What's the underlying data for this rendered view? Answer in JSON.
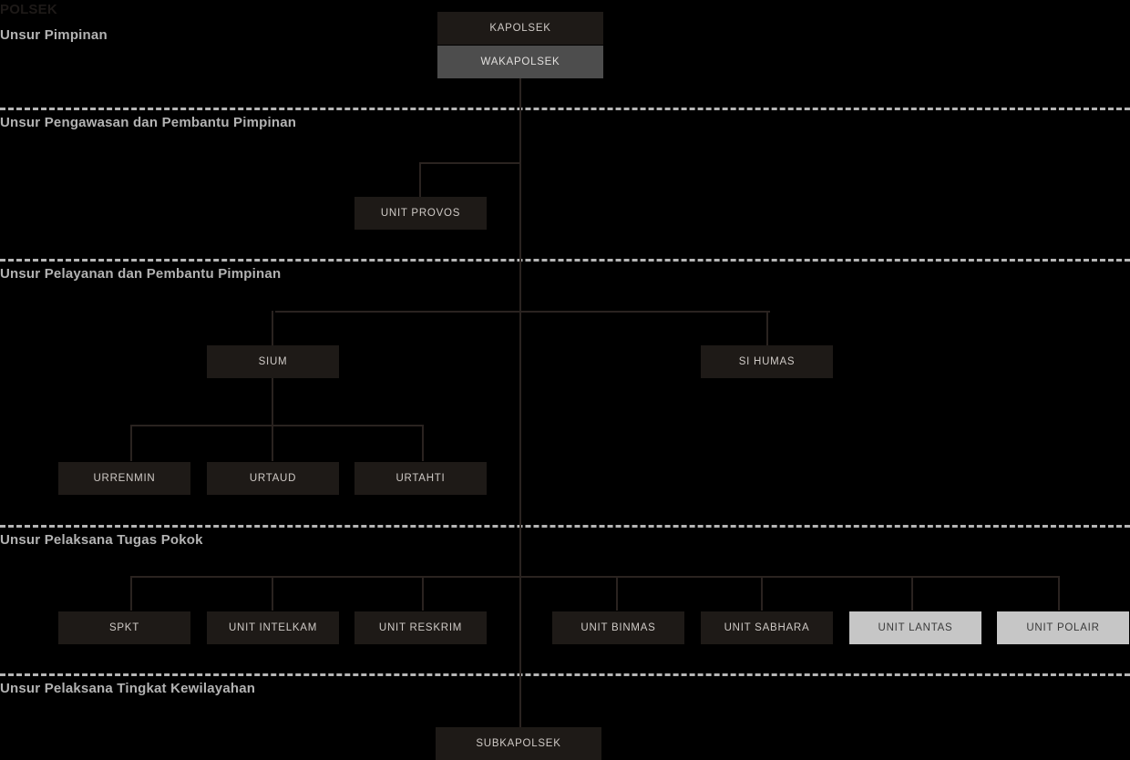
{
  "page": {
    "title": "POLSEK",
    "background_color": "#000000"
  },
  "colors": {
    "box_dark": "#1e1a17",
    "box_dark_text": "#cfcac6",
    "box_mid": "#4d4d4d",
    "box_mid_text": "#e2e0de",
    "box_light": "#c6c6c6",
    "box_light_text": "#3a3a3a",
    "divider": "#b5b5b5",
    "connector": "#2a2320",
    "section_label": "#b3b3b3",
    "title_dark": "#1e1a18"
  },
  "sections": [
    {
      "id": "pimpinan",
      "label": "Unsur Pimpinan"
    },
    {
      "id": "pengawasan",
      "label": "Unsur Pengawasan dan Pembantu Pimpinan"
    },
    {
      "id": "pelayanan",
      "label": "Unsur Pelayanan dan Pembantu Pimpinan"
    },
    {
      "id": "tugas_pokok",
      "label": "Unsur Pelaksana Tugas Pokok"
    },
    {
      "id": "kewilayahan",
      "label": "Unsur Pelaksana Tingkat Kewilayahan"
    }
  ],
  "nodes": {
    "kapolsek": {
      "label": "KAPOLSEK",
      "style": "dark"
    },
    "wakapolsek": {
      "label": "WAKAPOLSEK",
      "style": "mid"
    },
    "unit_provos": {
      "label": "UNIT PROVOS",
      "style": "dark"
    },
    "sium": {
      "label": "SIUM",
      "style": "dark"
    },
    "si_humas": {
      "label": "SI HUMAS",
      "style": "dark"
    },
    "urrenmin": {
      "label": "URRENMIN",
      "style": "dark"
    },
    "urtaud": {
      "label": "URTAUD",
      "style": "dark"
    },
    "urtahti": {
      "label": "URTAHTI",
      "style": "dark"
    },
    "spkt": {
      "label": "SPKT",
      "style": "dark"
    },
    "unit_intelkam": {
      "label": "UNIT INTELKAM",
      "style": "dark"
    },
    "unit_reskrim": {
      "label": "UNIT RESKRIM",
      "style": "dark"
    },
    "unit_binmas": {
      "label": "UNIT BINMAS",
      "style": "dark"
    },
    "unit_sabhara": {
      "label": "UNIT SABHARA",
      "style": "dark"
    },
    "unit_lantas": {
      "label": "UNIT LANTAS",
      "style": "light"
    },
    "unit_polair": {
      "label": "UNIT POLAIR",
      "style": "light"
    },
    "subkapolsek": {
      "label": "SUBKAPOLSEK",
      "style": "dark"
    }
  }
}
